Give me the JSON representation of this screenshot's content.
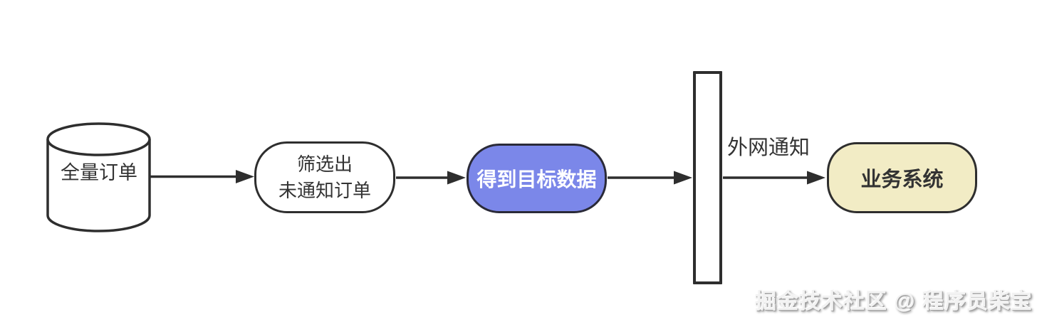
{
  "diagram": {
    "title": "order-notification-flow",
    "nodes": {
      "database": {
        "label": "全量订单",
        "shape": "cylinder",
        "fill": "#ffffff"
      },
      "filter": {
        "label_line1": "筛选出",
        "label_line2": "未通知订单",
        "shape": "rounded-rect",
        "fill": "#ffffff"
      },
      "target": {
        "label": "得到目标数据",
        "shape": "rounded-rect",
        "fill": "#7b87e9",
        "text_color": "#ffffff"
      },
      "barrier": {
        "shape": "tall-rect",
        "fill": "#ffffff"
      },
      "business": {
        "label": "业务系统",
        "shape": "rounded-rect",
        "fill": "#f2ecc5"
      }
    },
    "edges": {
      "db_to_filter": {
        "from": "database",
        "to": "filter"
      },
      "filter_to_target": {
        "from": "filter",
        "to": "target"
      },
      "target_to_barrier": {
        "from": "target",
        "to": "barrier"
      },
      "barrier_to_business": {
        "from": "barrier",
        "to": "business",
        "label": "外网通知"
      }
    },
    "colors": {
      "stroke": "#2e2e2e",
      "text": "#333333",
      "accent_blue": "#7b87e9",
      "accent_yellow": "#f2ecc5",
      "background": "#ffffff"
    }
  },
  "watermark": {
    "text": "掘金技术社区 @ 程序员柴宝"
  }
}
